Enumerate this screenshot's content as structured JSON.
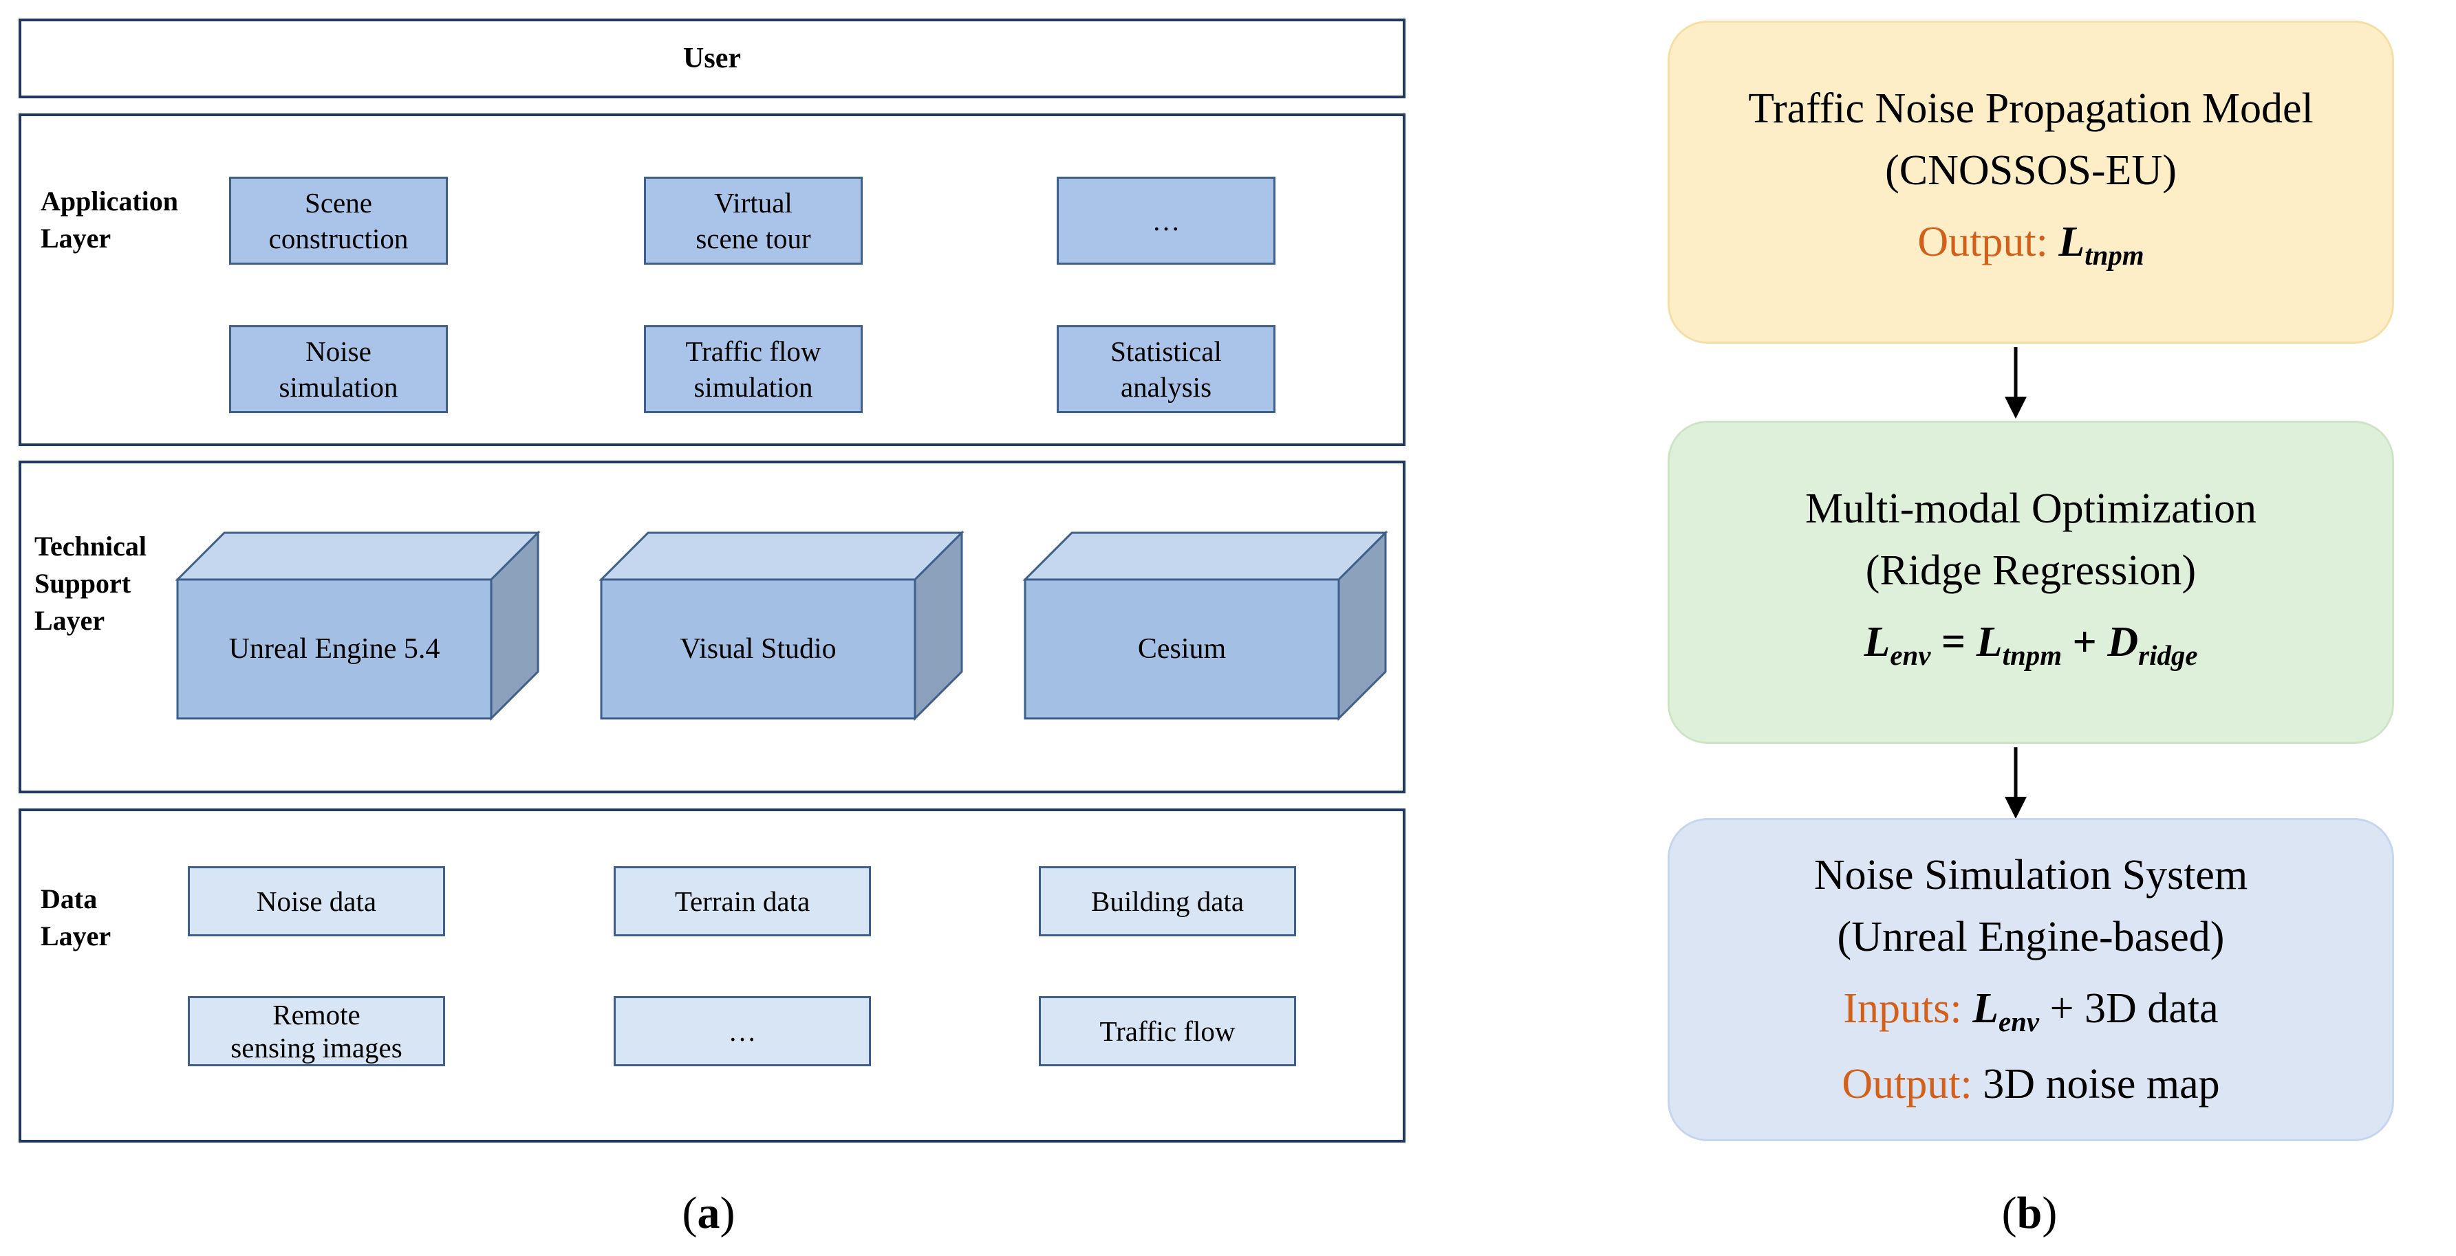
{
  "panel_a": {
    "user": "User",
    "layers": {
      "application": {
        "label": "Application Layer",
        "label_lines": [
          "Application",
          "Layer"
        ],
        "modules": [
          {
            "lines": [
              "Scene",
              "construction"
            ]
          },
          {
            "lines": [
              "Virtual",
              "scene tour"
            ]
          },
          {
            "lines": [
              "…"
            ]
          },
          {
            "lines": [
              "Noise",
              "simulation"
            ]
          },
          {
            "lines": [
              "Traffic flow",
              "simulation"
            ]
          },
          {
            "lines": [
              "Statistical",
              "analysis"
            ]
          }
        ]
      },
      "technical": {
        "label": "Technical Support Layer",
        "label_lines": [
          "Technical",
          "Support",
          "Layer"
        ],
        "tools": [
          "Unreal Engine 5.4",
          "Visual Studio",
          "Cesium"
        ]
      },
      "data": {
        "label": "Data Layer",
        "label_lines": [
          "Data",
          "Layer"
        ],
        "sources": [
          {
            "lines": [
              "Noise data"
            ]
          },
          {
            "lines": [
              "Terrain data"
            ]
          },
          {
            "lines": [
              "Building data"
            ]
          },
          {
            "lines": [
              "Remote",
              "sensing images"
            ]
          },
          {
            "lines": [
              "…"
            ]
          },
          {
            "lines": [
              "Traffic flow"
            ]
          }
        ]
      }
    },
    "caption": {
      "open": "(",
      "letter": "a",
      "close": ")"
    }
  },
  "panel_b": {
    "propagation": {
      "title": "Traffic Noise Propagation Model",
      "subtitle": "(CNOSSOS-EU)",
      "output_label": "Output:",
      "output_symbol": "L",
      "output_sub": "tnpm"
    },
    "optimization": {
      "title": "Multi-modal Optimization",
      "subtitle": "(Ridge Regression)",
      "formula": {
        "lhs": "L",
        "lhs_sub": "env",
        "equals": " = ",
        "t1": "L",
        "t1_sub": "tnpm",
        "plus": " + ",
        "t2": "D",
        "t2_sub": "ridge"
      }
    },
    "system": {
      "title": "Noise Simulation System",
      "subtitle": "(Unreal Engine-based)",
      "inputs_label": "Inputs:",
      "inputs_symbol": "L",
      "inputs_sub": "env",
      "inputs_rest": " + 3D data",
      "output_label": "Output:",
      "output_value": " 3D noise map"
    },
    "caption": {
      "open": "(",
      "letter": "b",
      "close": ")"
    }
  },
  "colors": {
    "frame": "#1f3864",
    "module_fill": "#a9c4e8",
    "data_fill": "#d7e5f5",
    "cube_front": "#a3bfe3",
    "cube_top": "#c5d7ef",
    "cube_side": "#8ca2bc",
    "orange_box": "#fdeec7",
    "green_box": "#dff0da",
    "blue_box": "#dbe5f4",
    "highlight": "#d2601a"
  }
}
